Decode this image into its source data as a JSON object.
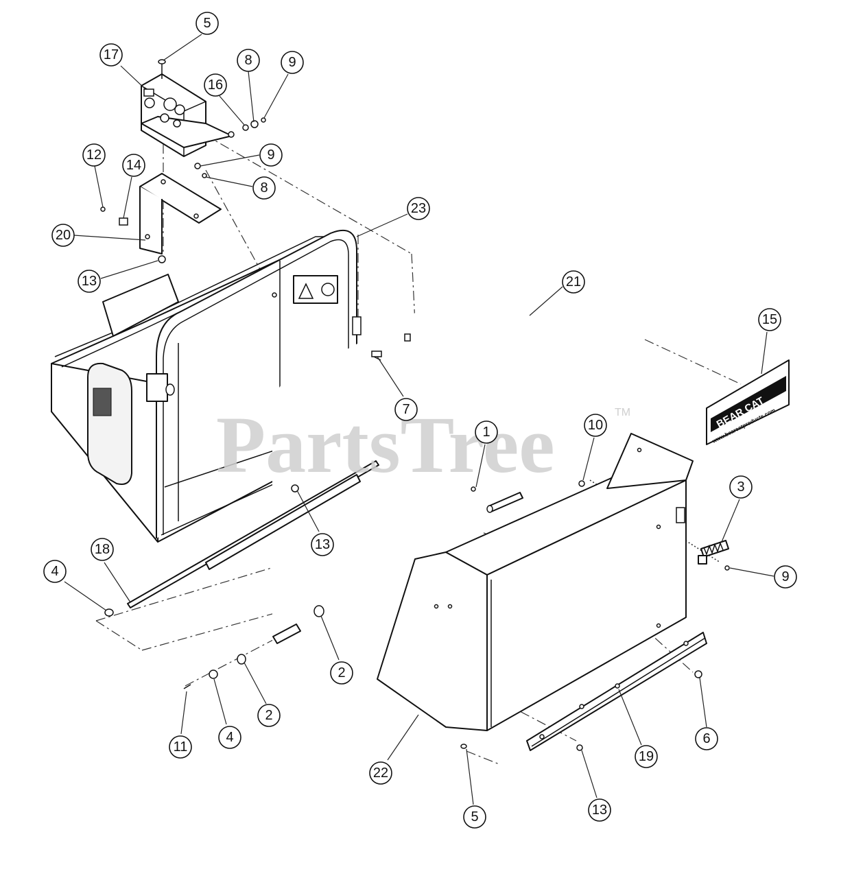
{
  "watermark": {
    "text": "PartsTree",
    "trademark": "TM"
  },
  "decal": {
    "brand": "BEAR CAT",
    "url": "www.bearcatproducts.com"
  },
  "callouts": [
    {
      "label": "5"
    },
    {
      "label": "17"
    },
    {
      "label": "8"
    },
    {
      "label": "9"
    },
    {
      "label": "16"
    },
    {
      "label": "9"
    },
    {
      "label": "8"
    },
    {
      "label": "12"
    },
    {
      "label": "14"
    },
    {
      "label": "20"
    },
    {
      "label": "13"
    },
    {
      "label": "23"
    },
    {
      "label": "21"
    },
    {
      "label": "15"
    },
    {
      "label": "7"
    },
    {
      "label": "1"
    },
    {
      "label": "10"
    },
    {
      "label": "3"
    },
    {
      "label": "9"
    },
    {
      "label": "13"
    },
    {
      "label": "18"
    },
    {
      "label": "4"
    },
    {
      "label": "2"
    },
    {
      "label": "2"
    },
    {
      "label": "4"
    },
    {
      "label": "11"
    },
    {
      "label": "22"
    },
    {
      "label": "5"
    },
    {
      "label": "13"
    },
    {
      "label": "19"
    },
    {
      "label": "6"
    }
  ]
}
